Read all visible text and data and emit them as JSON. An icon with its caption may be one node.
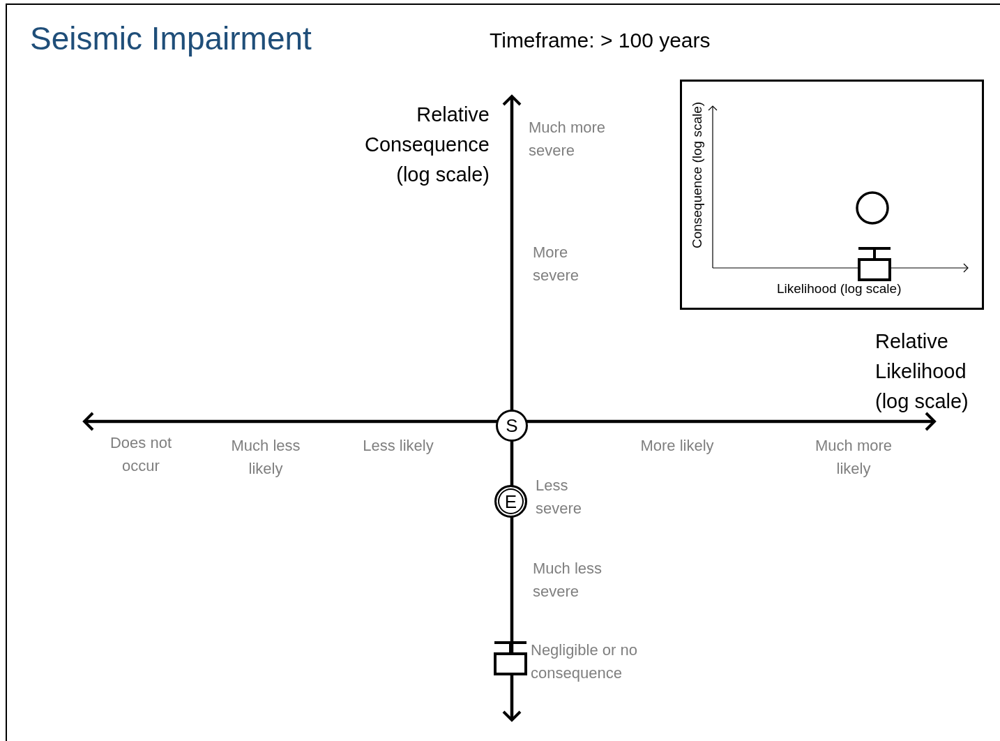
{
  "diagram": {
    "title": "Seismic Impairment",
    "nodes": [
      {
        "text": [
          "S"
        ]
      },
      {
        "text": [
          "E"
        ]
      },
      {
        "text": [],
        "shape": "box"
      },
      {
        "text": [
          "Consequence (log scale)",
          "Likelihood (log scale)"
        ]
      },
      {
        "text": [],
        "shape": "circle",
        "in": 3
      },
      {
        "text": [],
        "shape": "box",
        "in": 3
      }
    ],
    "labels": [
      "Timeframe: > 100 years",
      "Relative Consequence (log scale)",
      "Much more severe",
      "More severe",
      "Relative Likelihood (log scale)",
      "Does not occur",
      "Much less likely",
      "Less likely",
      "More likely",
      "Much more likely",
      "Less severe",
      "Much less severe",
      "Negligible or no consequence"
    ]
  }
}
